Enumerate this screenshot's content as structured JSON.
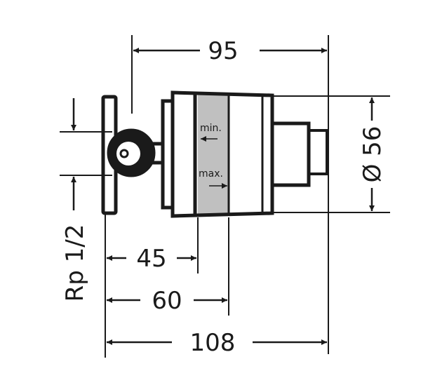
{
  "dimensions": {
    "width_top": "95",
    "diameter": "Ø 56",
    "thread": "Rp 1/2",
    "depth_min": "45",
    "depth_max": "60",
    "total_length": "108"
  },
  "labels": {
    "min": "min.",
    "max": "max."
  },
  "colors": {
    "line": "#1a1a1a",
    "band": "#c0c0c0"
  }
}
